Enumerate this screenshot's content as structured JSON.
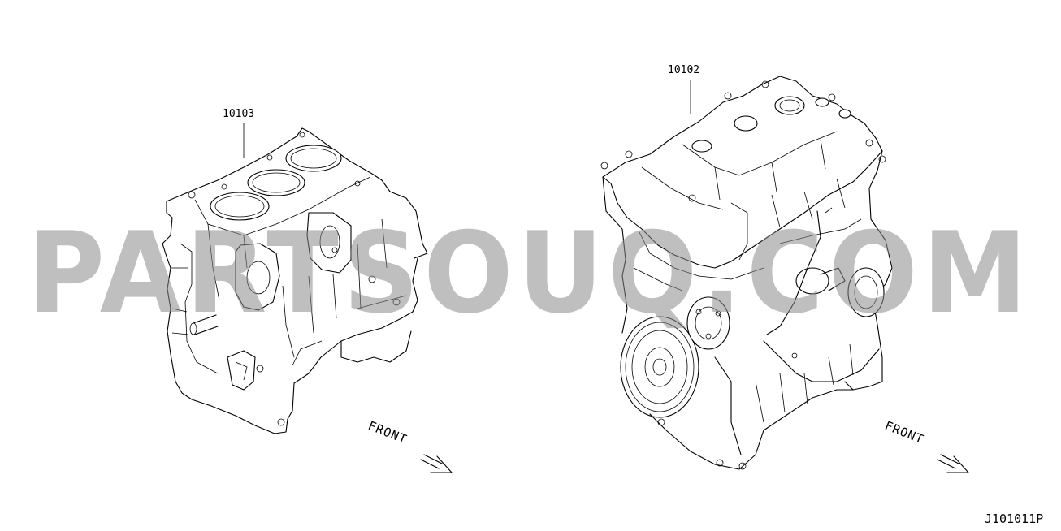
{
  "parts": {
    "left_part_number": "10103",
    "right_part_number": "10102"
  },
  "front_labels": {
    "left": "FRONT",
    "right": "FRONT"
  },
  "watermark": "PARTSOUQ.COM",
  "diagram_ref": "J101011P",
  "colors": {
    "lines": "#000000",
    "background": "#ffffff",
    "watermark": "#8a8a8a"
  }
}
